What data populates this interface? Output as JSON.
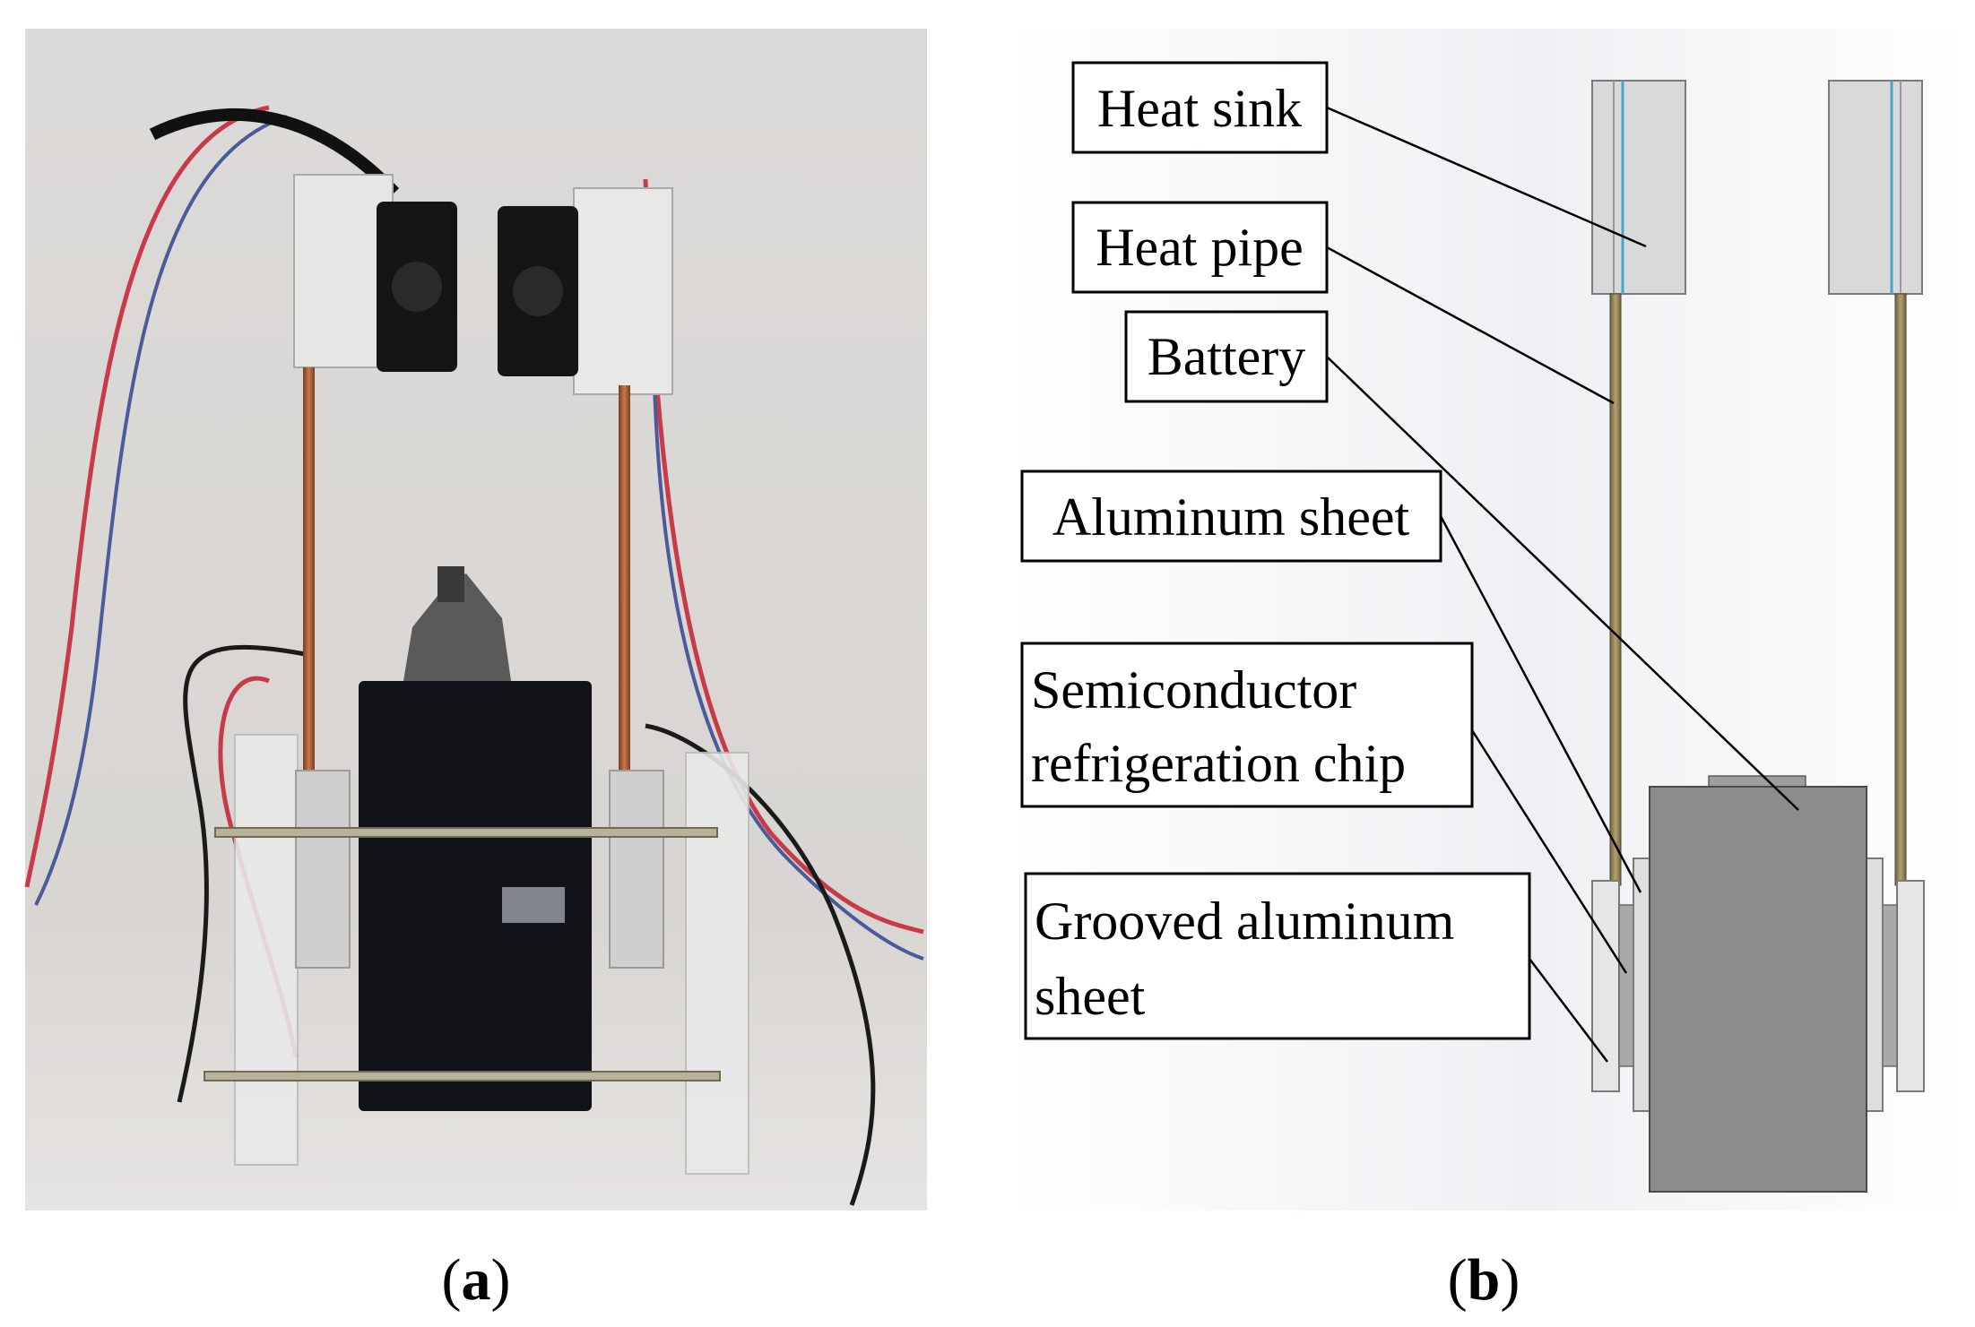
{
  "panel_a": {
    "caption_open": "(",
    "caption_letter": "a",
    "caption_close": ")"
  },
  "panel_b": {
    "caption_open": "(",
    "caption_letter": "b",
    "caption_close": ")",
    "labels": {
      "heat_sink": "Heat sink",
      "heat_pipe": "Heat pipe",
      "battery": "Battery",
      "aluminum_sheet": "Aluminum sheet",
      "semiconductor_line1": "Semiconductor",
      "semiconductor_line2": "refrigeration chip",
      "grooved_line1": "Grooved aluminum",
      "grooved_line2": "sheet"
    }
  },
  "colors": {
    "photo_background": "#d9d6d3",
    "battery_gray": "#8c8c8c",
    "heat_pipe_brass": "#9a8a5c",
    "heat_sink_light": "#dcdcdc"
  }
}
